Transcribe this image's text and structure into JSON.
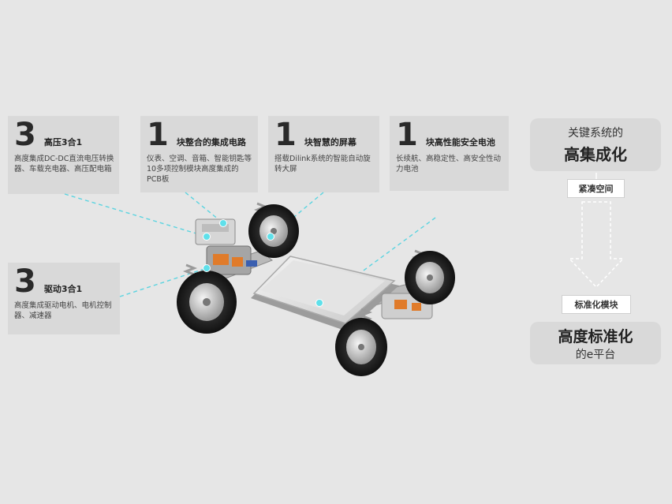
{
  "cards": [
    {
      "num": "3",
      "title": "高压3合1",
      "desc": "高度集成DC-DC直流电压转换器、车载充电器、高压配电箱"
    },
    {
      "num": "1",
      "title": "块整合的集成电路",
      "desc": "仪表、空调、音箱、智能钥匙等10多项控制模块高度集成的PCB板"
    },
    {
      "num": "1",
      "title": "块智慧的屏幕",
      "desc": "搭载Dilink系统的智能自动旋转大屏"
    },
    {
      "num": "1",
      "title": "块高性能安全电池",
      "desc": "长续航、高稳定性、高安全性动力电池"
    },
    {
      "num": "3",
      "title": "驱动3合1",
      "desc": "高度集成驱动电机、电机控制器、减速器"
    }
  ],
  "flow": {
    "top_line1": "关键系统的",
    "top_line2": "高集成化",
    "tag1": "紧凑空间",
    "tag2": "标准化模块",
    "bottom_line1": "高度标准化",
    "bottom_line2": "的e平台"
  },
  "colors": {
    "callout_line": "#5bd4e0",
    "card_bg": "#d9d9d9"
  }
}
